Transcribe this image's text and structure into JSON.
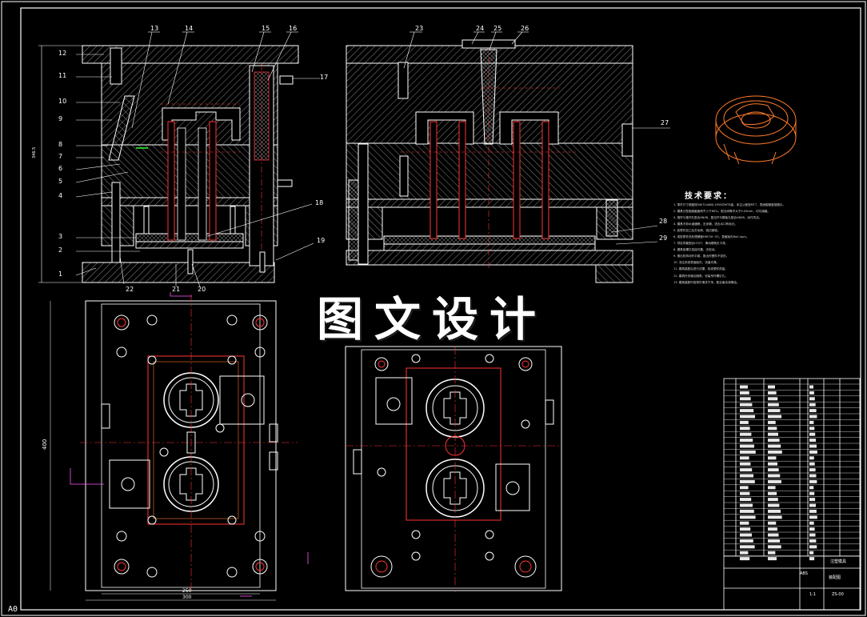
{
  "watermark": "图文设计",
  "sheet_size": "A0",
  "part_numbers": {
    "left_side": [
      "12",
      "11",
      "10",
      "9",
      "8",
      "7",
      "6",
      "5",
      "4",
      "3",
      "2",
      "1"
    ],
    "top_left": [
      "13",
      "14",
      "15",
      "16"
    ],
    "top_right": [
      "23",
      "24",
      "25",
      "26"
    ],
    "right_side": [
      "17",
      "18",
      "19",
      "27",
      "28",
      "29"
    ],
    "bottom": [
      "22",
      "21",
      "20"
    ]
  },
  "dimensions": {
    "height_left": "346.5",
    "plan_height": "400",
    "plan_width_inner": "250",
    "plan_width_outer": "300"
  },
  "technical_requirements": {
    "title": "技术要求：",
    "items": [
      "1. 零件尺寸精度按GB/T14486-1993中MT5级，未注公差按MT7，表面粗糙度按图示。",
      "2. 模具分型面接触面积不少于80%，配合间隙不大于0.03mm，均匀接触。",
      "3. 推杆与推杆孔配合H8/f8，复位杆与模板孔配合H8/f8，动作灵活。",
      "4. 模具冷却水道通畅，无渗漏，进出水口有标记。",
      "5. 各零件加工后去毛刺，锐边倒钝。",
      "6. 成型零件热处理硬度HRC50~55，表面抛光Ra0.4μm。",
      "7. 导柱导套配合H7/f7，滑动顺畅无卡滞。",
      "8. 模具各螺钉连接可靠，无松动。",
      "9. 推出机构动作平稳，推出时塑件不变形。",
      "10. 浇注系统表面抛光，流道光滑。",
      "11. 模具装配后进行试模，检查塑件质量。",
      "12. 模具外形棱边倒角，安装吊环螺钉孔。",
      "13. 模具装配时各零件清洗干净，配合面涂润滑油。"
    ]
  },
  "title_block": {
    "drawing_name": "注塑模具",
    "material": "ABS",
    "scale": "1:1",
    "drawing_no": "ZS-00",
    "assembly": "装配图"
  },
  "colors": {
    "background": "#000000",
    "line": "#ffffff",
    "center_line": "#ff3333",
    "part_orange": "#ff7a2a",
    "hatch": "#b8b8b8",
    "dim_magenta": "#ff55ff"
  }
}
